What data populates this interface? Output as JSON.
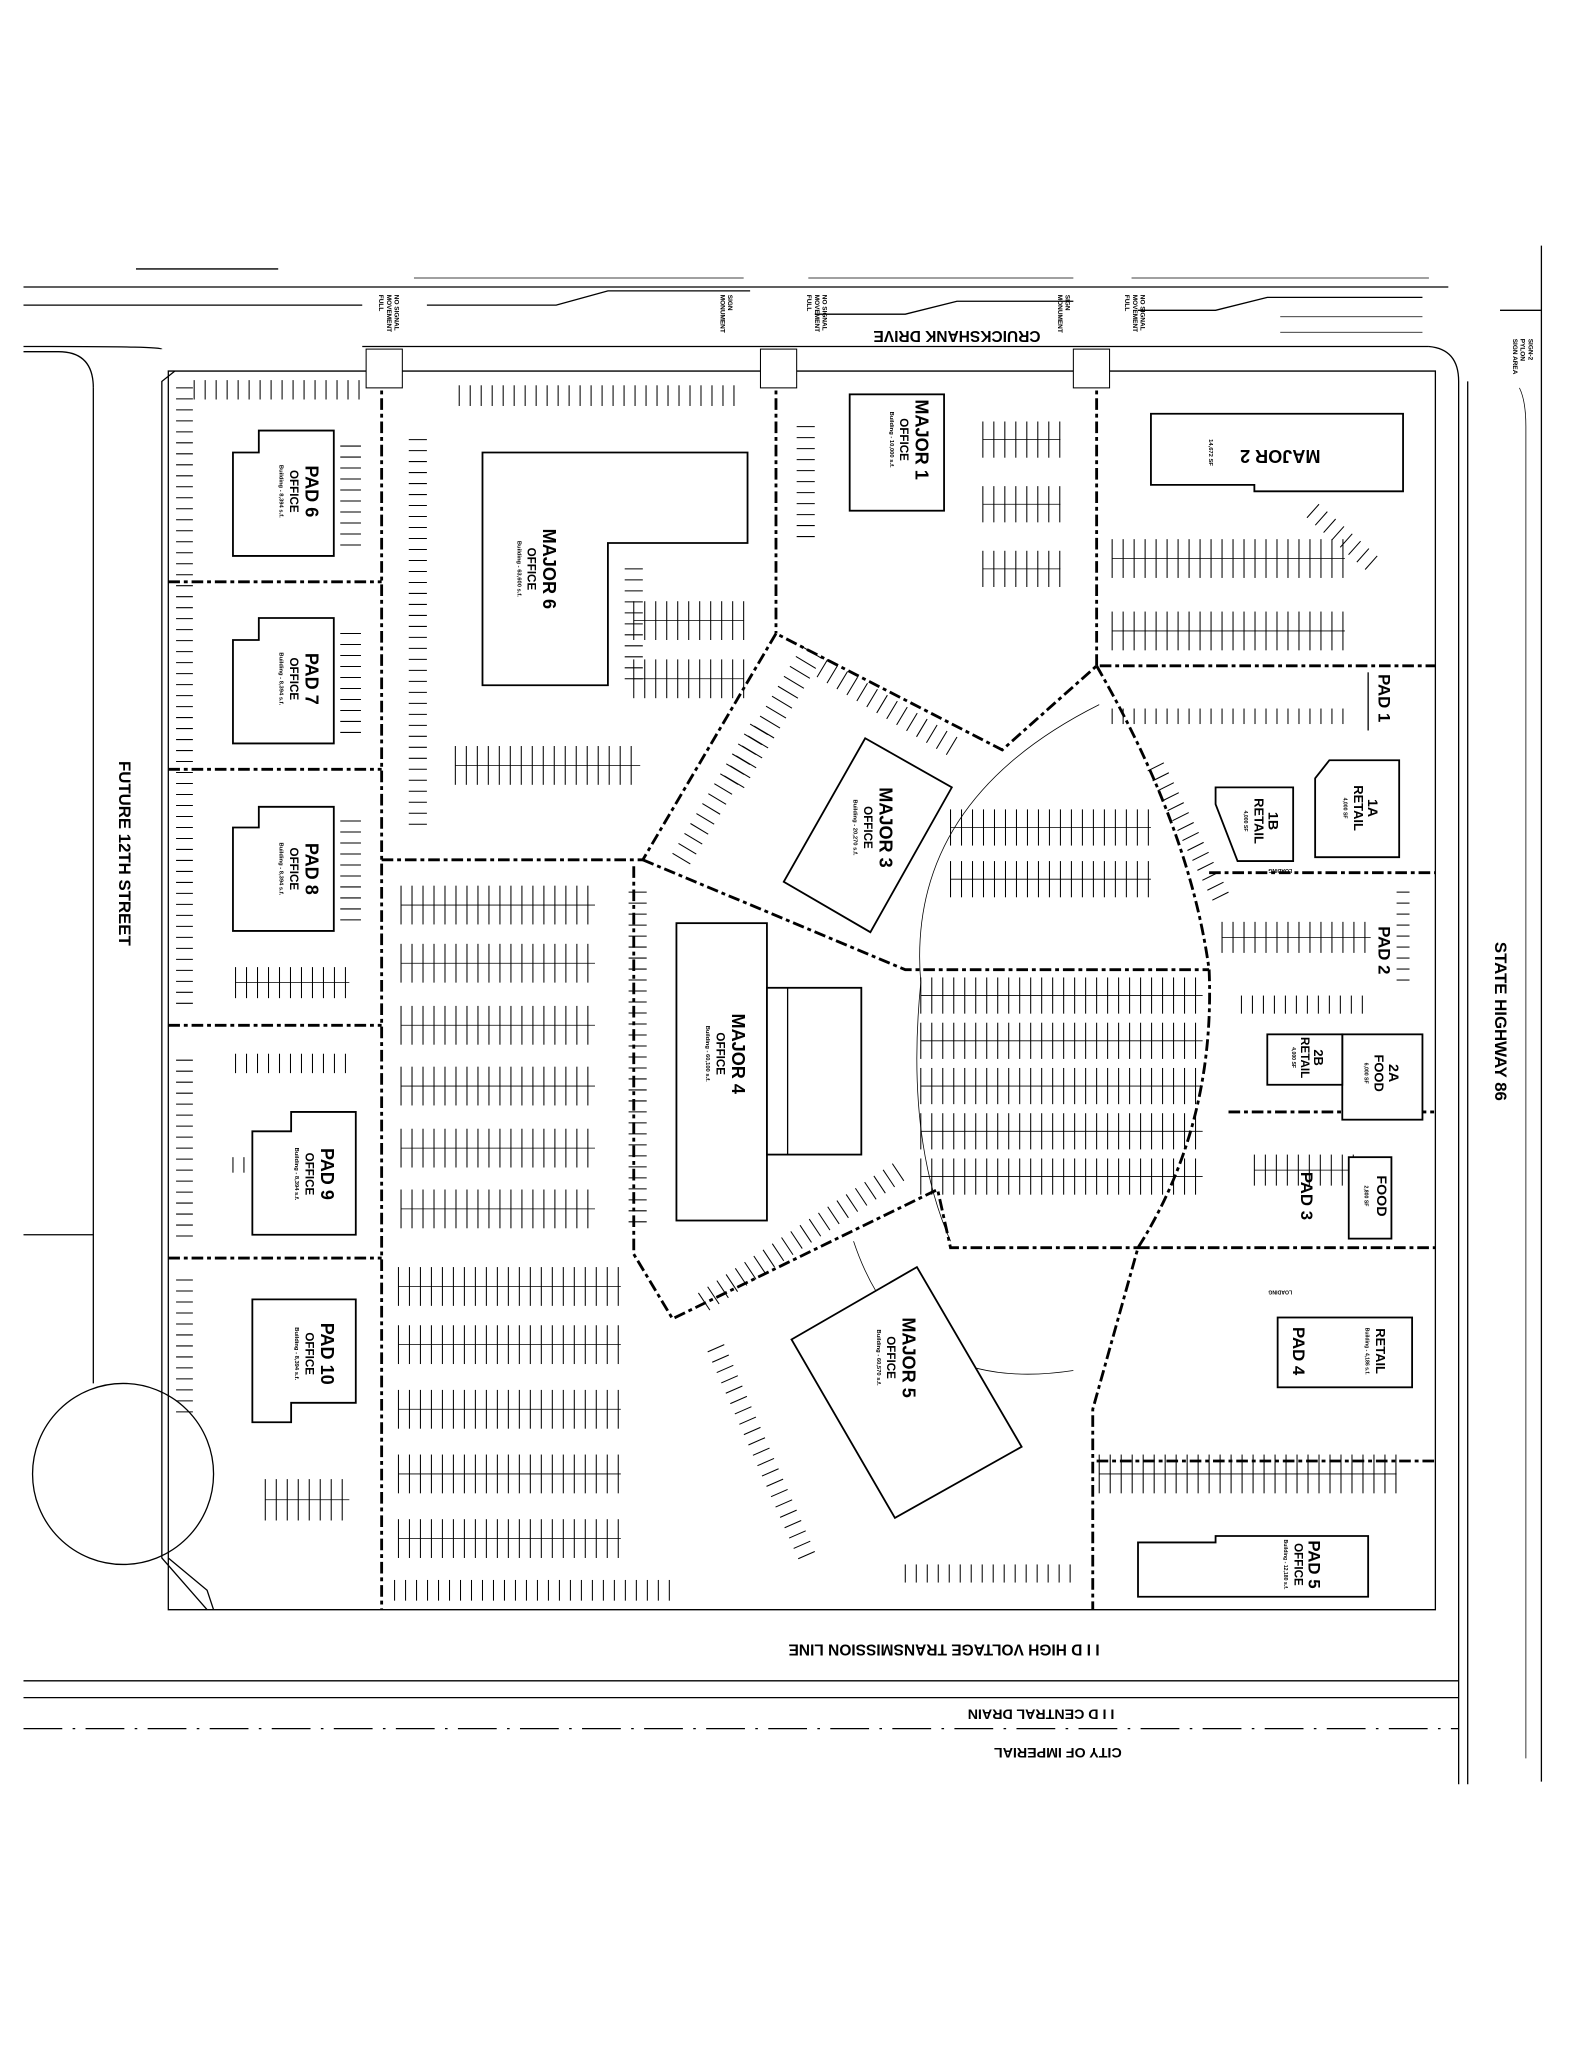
{
  "streets": {
    "north": "CRUICKSHANK DRIVE",
    "east": "STATE HIGHWAY 86",
    "west": "FUTURE 12TH STREET",
    "south_line": "I I D  HIGH VOLTAGE TRANSMISSION LINE",
    "south_drain": "I I D  CENTRAL DRAIN",
    "south_city": "CITY OF IMPERIAL"
  },
  "notes": {
    "full_movement": [
      "FULL",
      "MOVEMENT",
      "NO SIGNAL"
    ],
    "monument_sign": [
      "MONUMENT",
      "SIGN"
    ],
    "pylon_sign": [
      "SIGN AREA",
      "PYLON",
      "SIGN-2"
    ],
    "loading": "LOADING"
  },
  "buildings": {
    "pad6": {
      "name": "PAD 6",
      "use": "OFFICE",
      "area": "Building - 8,394 s.f."
    },
    "pad7": {
      "name": "PAD 7",
      "use": "OFFICE",
      "area": "Building - 8,394 s.f."
    },
    "pad8": {
      "name": "PAD 8",
      "use": "OFFICE",
      "area": "Building - 8,394 s.f."
    },
    "pad9": {
      "name": "PAD 9",
      "use": "OFFICE",
      "area": "Building - 8,394 s.f."
    },
    "pad10": {
      "name": "PAD 10",
      "use": "OFFICE",
      "area": "Building - 8,394 s.f."
    },
    "major6": {
      "name": "MAJOR 6",
      "use": "OFFICE",
      "area": "Building - 63,600 s.f."
    },
    "major1": {
      "name": "MAJOR 1",
      "use": "OFFICE",
      "area": "Building - 10,000 s.f."
    },
    "major2": {
      "name": "MAJOR 2",
      "area": "14,672 SF"
    },
    "major3": {
      "name": "MAJOR 3",
      "use": "OFFICE",
      "area": "Building - 20,270 s.f."
    },
    "major4": {
      "name": "MAJOR 4",
      "use": "OFFICE",
      "area": "Building - 60,100 s.f."
    },
    "major5": {
      "name": "MAJOR 5",
      "use": "OFFICE",
      "area": "Building - 60,570 s.f."
    },
    "pad1": {
      "name": "PAD 1"
    },
    "b1a": {
      "name": "1A",
      "use": "RETAIL",
      "area": "4,000 SF"
    },
    "b1b": {
      "name": "1B",
      "use": "RETAIL",
      "area": "4,000 SF"
    },
    "pad2": {
      "name": "PAD 2"
    },
    "b2a": {
      "name": "2A",
      "use": "FOOD",
      "area": "6,000 SF"
    },
    "b2b": {
      "name": "2B",
      "use": "RETAIL",
      "area": "4,000 SF"
    },
    "pad3": {
      "name": "PAD 3",
      "use": "FOOD",
      "area": "2,800 SF"
    },
    "pad4": {
      "name": "PAD 4",
      "use": "RETAIL",
      "area": "Building - 4,186 s.f."
    },
    "pad5": {
      "name": "PAD 5",
      "use": "OFFICE",
      "area": "Building - 12,180 s.f."
    }
  }
}
